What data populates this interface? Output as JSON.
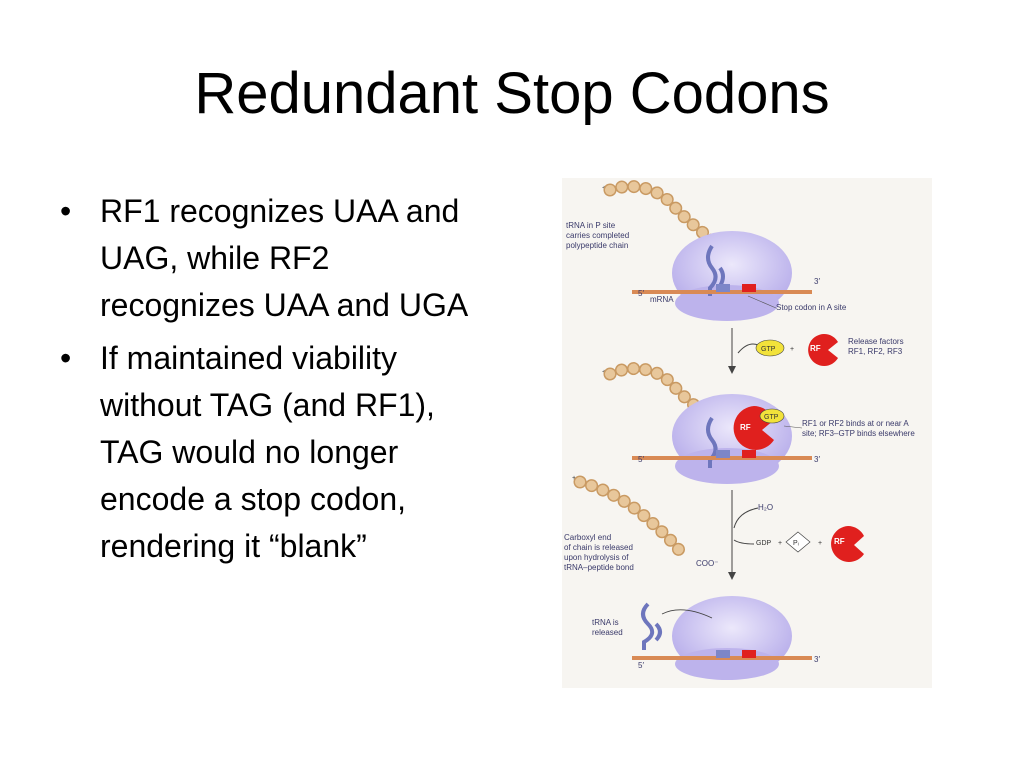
{
  "slide": {
    "title": "Redundant Stop Codons",
    "bullets": [
      {
        "marker": "•",
        "text": "RF1 recognizes UAA and UAG, while RF2 recognizes UAA and UGA"
      },
      {
        "marker": "•",
        "text": "If maintained viability without TAG (and RF1), TAG would no longer encode a stop codon, rendering it “blank”"
      }
    ]
  },
  "figure": {
    "panel1": {
      "trna_label_1": "tRNA in P site",
      "trna_label_2": "carries completed",
      "trna_label_3": "polypeptide chain",
      "five_prime": "5′",
      "three_prime": "3′",
      "mrna": "mRNA",
      "stop_codon": "Stop codon in A site",
      "plus": "+"
    },
    "step1": {
      "gtp": "GTP",
      "plus": "+",
      "rf": "RF",
      "release_1": "Release factors",
      "release_2": "RF1, RF2, RF3"
    },
    "panel2": {
      "rf": "RF",
      "gtp": "GTP",
      "binds_1": "RF1 or RF2 binds at or near A",
      "binds_2": "site; RF3–GTP binds elsewhere",
      "five_prime": "5′",
      "three_prime": "3′",
      "plus": "+"
    },
    "step2": {
      "h2o": "H₂O",
      "gdp": "GDP",
      "plus1": "+",
      "pi": "Pᵢ",
      "plus2": "+",
      "rf": "RF",
      "coo": "COO⁻",
      "carboxyl_1": "Carboxyl end",
      "carboxyl_2": "of chain is released",
      "carboxyl_3": "upon hydrolysis of",
      "carboxyl_4": "tRNA–peptide bond",
      "plus": "+"
    },
    "panel3": {
      "released_1": "tRNA is",
      "released_2": "released",
      "five_prime": "5′",
      "three_prime": "3′"
    },
    "colors": {
      "ribosome": "#c9c2ee",
      "ribosome_dark": "#a99ee0",
      "mrna": "#d98a55",
      "peptide": "#e8c79b",
      "trna": "#7d86c8",
      "rf": "#e0201e",
      "gtp": "#f2e23a"
    }
  }
}
